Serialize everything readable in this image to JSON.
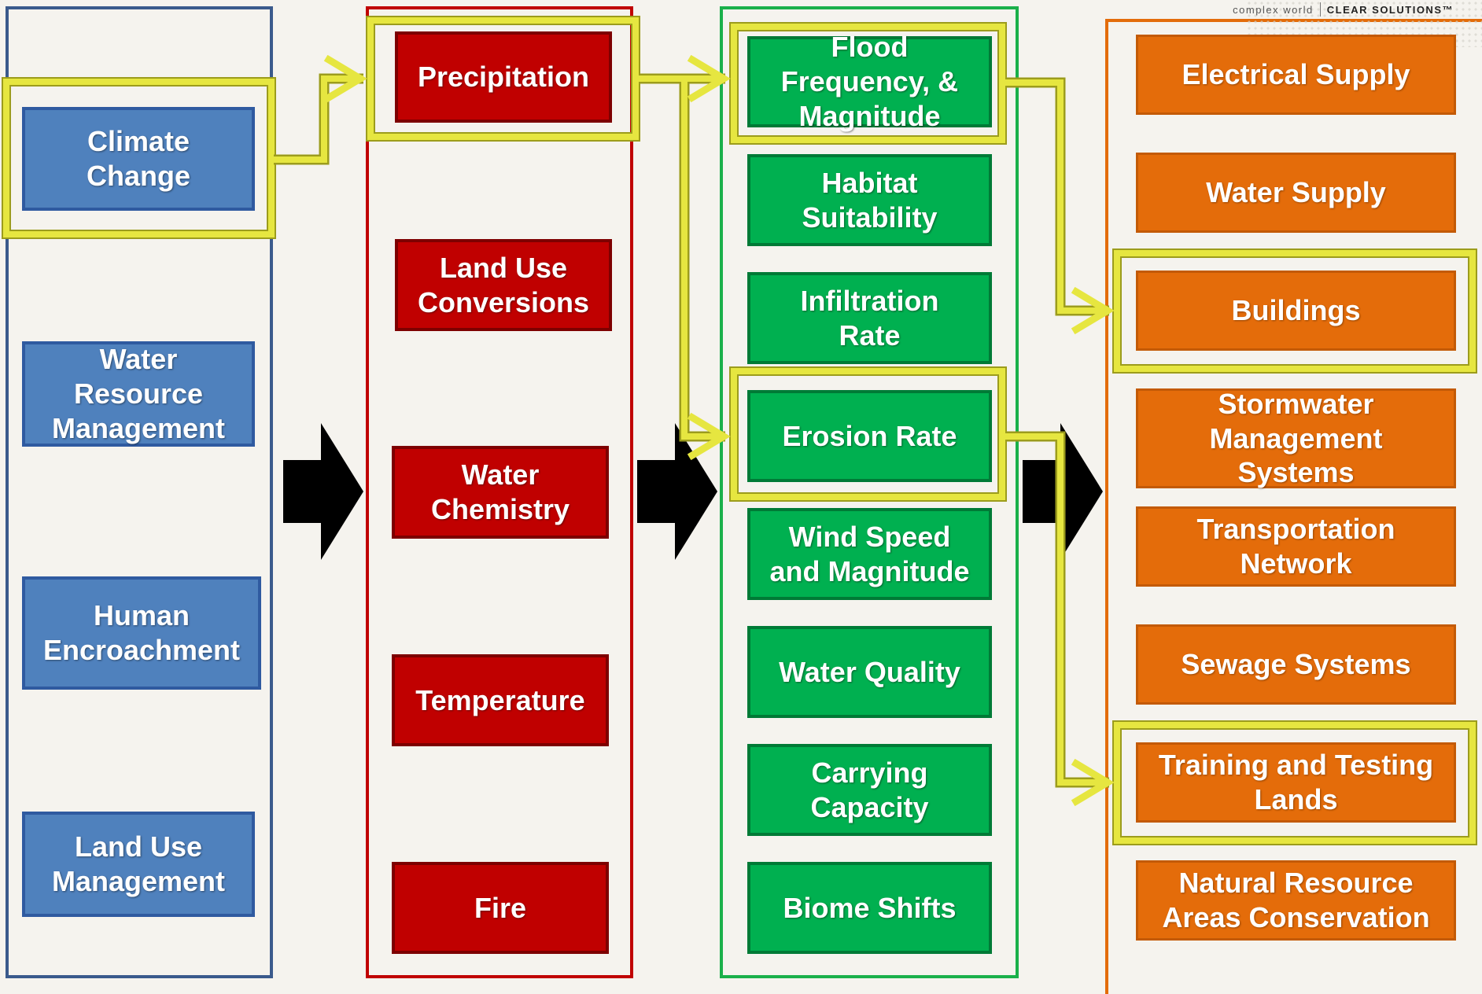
{
  "logo": {
    "tagline_left": "complex world",
    "tagline_right": "CLEAR SOLUTIONS™"
  },
  "columns": {
    "drivers": [
      {
        "label": "Climate\nChange",
        "highlighted": true
      },
      {
        "label": "Water\nResource\nManagement",
        "highlighted": false
      },
      {
        "label": "Human\nEncroachment",
        "highlighted": false
      },
      {
        "label": "Land Use\nManagement",
        "highlighted": false
      }
    ],
    "stressors": [
      {
        "label": "Precipitation",
        "highlighted": true
      },
      {
        "label": "Land Use\nConversions",
        "highlighted": false
      },
      {
        "label": "Water\nChemistry",
        "highlighted": false
      },
      {
        "label": "Temperature",
        "highlighted": false
      },
      {
        "label": "Fire",
        "highlighted": false
      }
    ],
    "effects": [
      {
        "label": "Flood\nFrequency, &\nMagnitude",
        "highlighted": true
      },
      {
        "label": "Habitat\nSuitability",
        "highlighted": false
      },
      {
        "label": "Infiltration\nRate",
        "highlighted": false
      },
      {
        "label": "Erosion Rate",
        "highlighted": true
      },
      {
        "label": "Wind Speed\nand Magnitude",
        "highlighted": false
      },
      {
        "label": "Water Quality",
        "highlighted": false
      },
      {
        "label": "Carrying\nCapacity",
        "highlighted": false
      },
      {
        "label": "Biome Shifts",
        "highlighted": false
      }
    ],
    "assets": [
      {
        "label": "Electrical Supply",
        "highlighted": false
      },
      {
        "label": "Water Supply",
        "highlighted": false
      },
      {
        "label": "Buildings",
        "highlighted": true
      },
      {
        "label": "Stormwater\nManagement\nSystems",
        "highlighted": false
      },
      {
        "label": "Transportation\nNetwork",
        "highlighted": false
      },
      {
        "label": "Sewage Systems",
        "highlighted": false
      },
      {
        "label": "Training and Testing\nLands",
        "highlighted": true
      },
      {
        "label": "Natural Resource\nAreas Conservation",
        "highlighted": false
      }
    ]
  },
  "colors": {
    "drivers": "#4f81bd",
    "stressors": "#c00000",
    "effects": "#00b050",
    "assets": "#e46c0a",
    "highlight": "#e6e640",
    "flow_arrow": "#000000"
  },
  "highlighted_path": [
    "Climate Change",
    "Precipitation",
    "Flood Frequency, & Magnitude",
    "Erosion Rate",
    "Buildings",
    "Training and Testing Lands"
  ]
}
